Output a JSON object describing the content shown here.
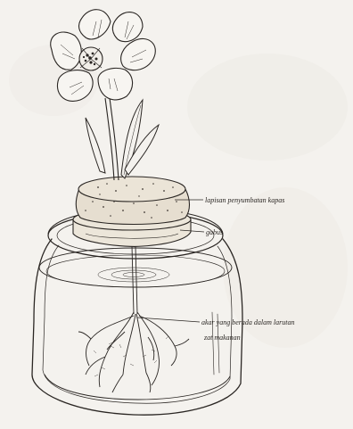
{
  "labels": {
    "cotton_plug_layer": "lapisan penyumbatan kapas",
    "cork": "gabus",
    "roots_line1": "akar yang berada dalam larutan",
    "roots_line2": "zat makanan"
  },
  "colors": {
    "background": "#f4f2ee",
    "ink": "#2a2623",
    "cotton_fill": "#e6ded0"
  },
  "icons": {
    "flower": "flower-drawing",
    "jar": "glass-jar-drawing"
  }
}
